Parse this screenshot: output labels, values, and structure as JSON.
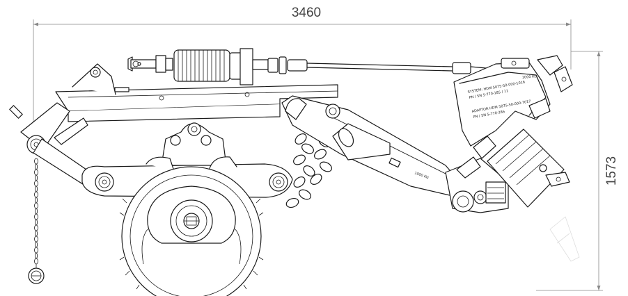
{
  "dimensions": {
    "width_label": "3460",
    "height_label": "1573"
  },
  "labels": {
    "load_boom": "1000 KG",
    "load_top": "1000 KG",
    "plate_line1": "SYSTEM: HDM 5075-50-000-1016",
    "plate_line2": "PN / SN  5-770-185 / 11",
    "plate_line3": "ADAPTOR HDM 5075-50-000-7017",
    "plate_line4": "PN / SN  5-770-286"
  },
  "colors": {
    "line": "#1a1a1a",
    "dimension": "#888888",
    "background": "#ffffff"
  }
}
